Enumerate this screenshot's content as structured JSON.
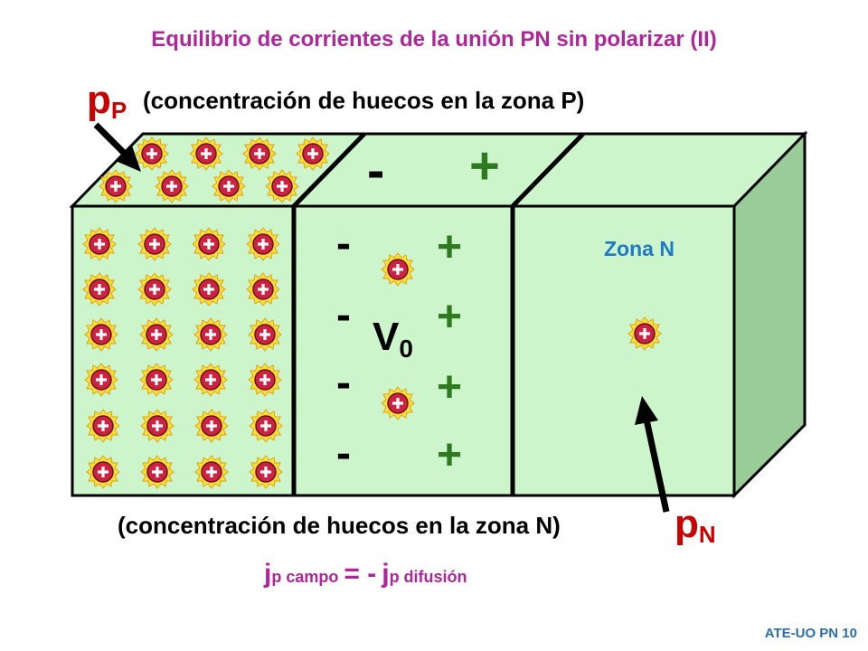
{
  "title": "Equilibrio de corrientes de la unión PN sin polarizar (II)",
  "pp": {
    "main": "p",
    "sub": "P",
    "description": "(concentración de huecos en la zona P)"
  },
  "pn": {
    "main": "p",
    "sub": "N",
    "description": "(concentración de huecos en la zona N)"
  },
  "zona_n_label": "Zona N",
  "v0": {
    "main": "V",
    "sub": "0"
  },
  "depletion": {
    "minus": "-",
    "plus": "+"
  },
  "equation": {
    "j": "j",
    "sub_campo": "p campo",
    "eq": "= -",
    "sub_difusion": "p difusión"
  },
  "hole_symbol": "+",
  "footer": "ATE-UO PN 10",
  "colors": {
    "title": "#b0259a",
    "p_label": "#cc0000",
    "zona_n": "#1f78c8",
    "region_light": "#ccf5cc",
    "side": "#99cc99",
    "hole": "#cc2244",
    "halo": "#ffe033",
    "plus_sign": "#2f7a1f"
  }
}
